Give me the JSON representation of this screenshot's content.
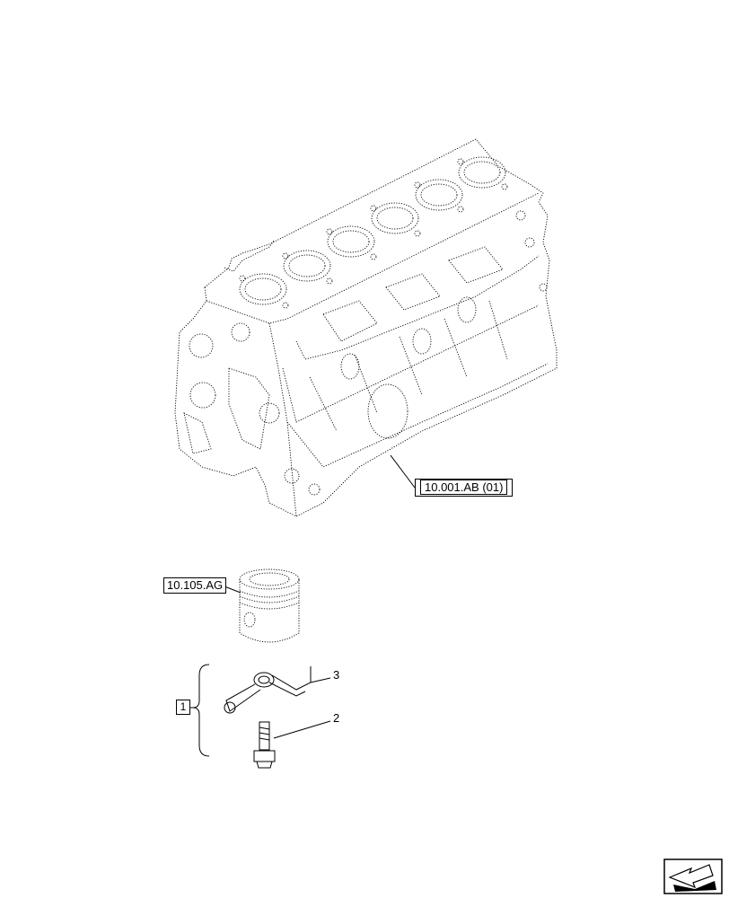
{
  "references": {
    "engine_block": "10.001.AB (01)",
    "piston": "10.105.AG"
  },
  "callouts": {
    "item_1": "1",
    "item_2": "2",
    "item_3": "3"
  },
  "nav_icon": "next-page-arrow-icon"
}
